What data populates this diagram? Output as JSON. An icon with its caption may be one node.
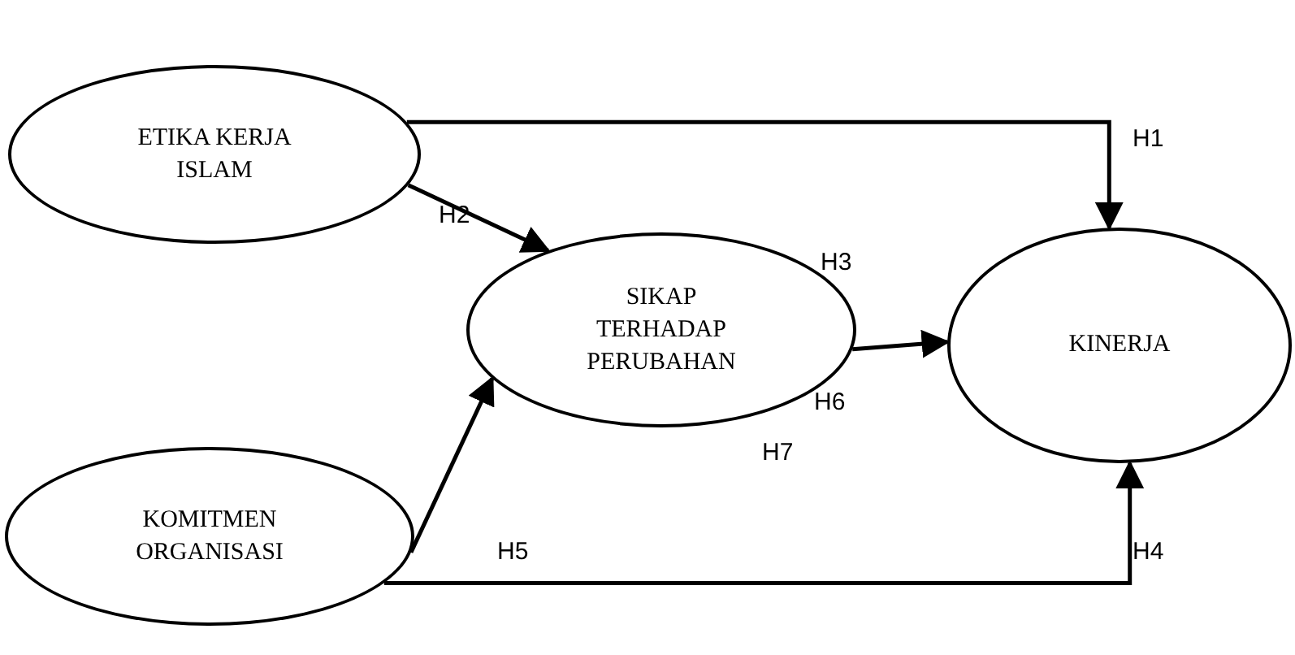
{
  "diagram": {
    "nodes": [
      {
        "text": [
          "ETIKA KERJA ISLAM"
        ]
      },
      {
        "text": [
          "SIKAP TERHADAP PERUBAHAN"
        ]
      },
      {
        "text": [
          "KOMITMEN ORGANISASI"
        ]
      },
      {
        "text": [
          "KINERJA"
        ]
      }
    ],
    "edges": [
      {
        "from": 0,
        "to": 3,
        "arrow": "to"
      },
      {
        "from": 0,
        "to": 1,
        "arrow": "to"
      },
      {
        "from": 1,
        "to": 3,
        "arrow": "to"
      },
      {
        "from": 2,
        "to": 1,
        "arrow": "to"
      },
      {
        "from": 2,
        "to": 3,
        "arrow": "to"
      }
    ],
    "labels": [
      "H1",
      "H2",
      "H3",
      "H6",
      "H7",
      "H5",
      "H4"
    ]
  }
}
